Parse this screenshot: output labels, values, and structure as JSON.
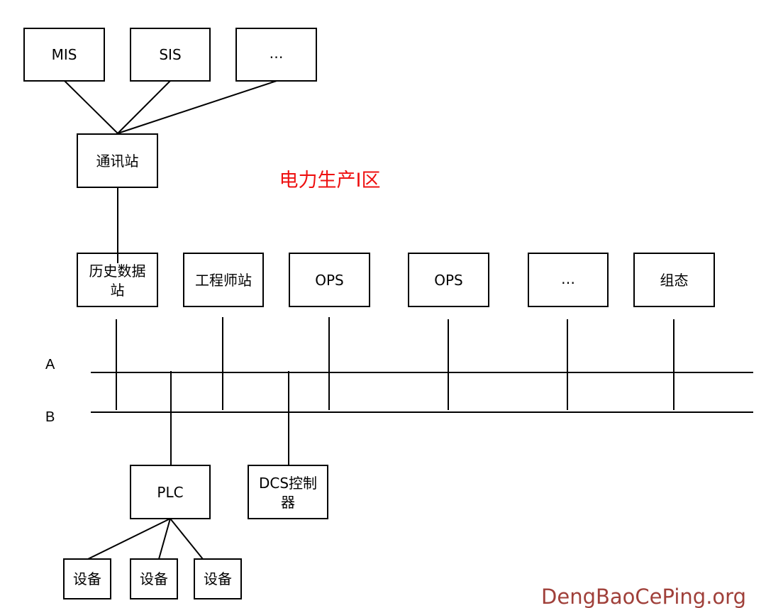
{
  "colors": {
    "zone": "#ee1111",
    "watermark": "#a0403a"
  },
  "zone_label": "电力生产I区",
  "watermark": "DengBaoCePing.org",
  "buses": {
    "a": "A",
    "b": "B"
  },
  "nodes": {
    "mis": "MIS",
    "sis": "SIS",
    "top_more": "…",
    "comm_station": "通讯站",
    "history_station": [
      "历史数据",
      "站"
    ],
    "engineer_station": "工程师站",
    "ops_1": "OPS",
    "ops_2": "OPS",
    "mid_more": "…",
    "config": "组态",
    "plc": "PLC",
    "dcs_controller": [
      "DCS控制",
      "器"
    ],
    "device_1": "设备",
    "device_2": "设备",
    "device_3": "设备"
  }
}
